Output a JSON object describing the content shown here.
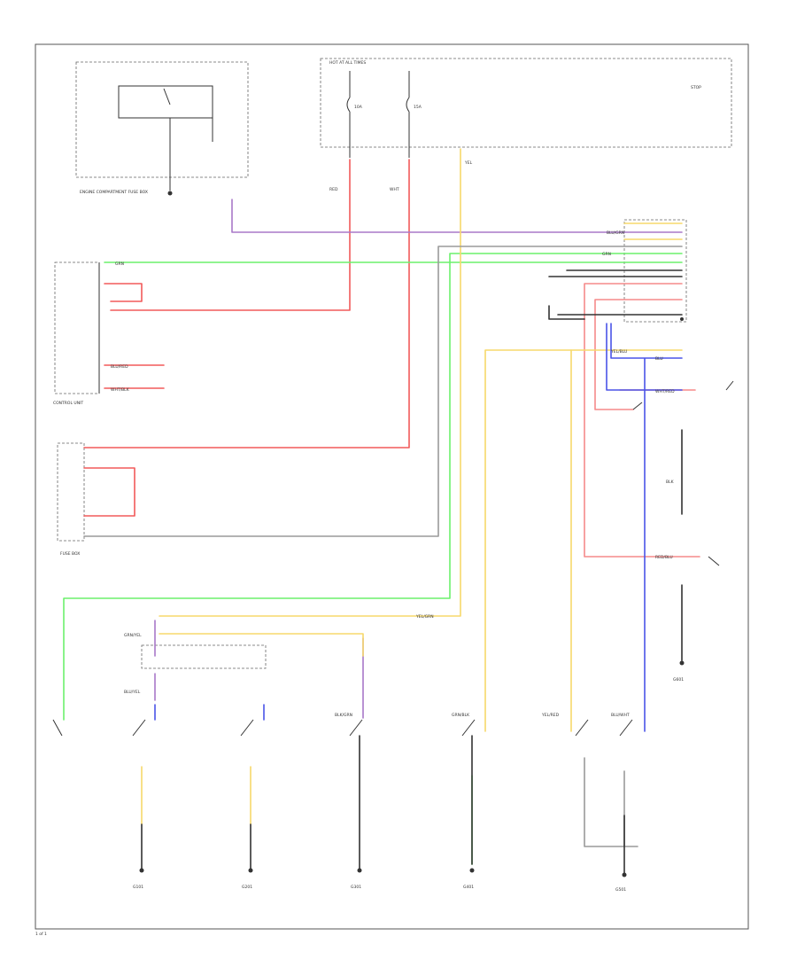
{
  "diagram": {
    "wire_colors": {
      "red": "#f25a5a",
      "pink": "#f58a8a",
      "yellow": "#f7d96b",
      "green": "#6cf06c",
      "blue": "#4a54e8",
      "purple": "#a878c8",
      "gray": "#9a9a9a",
      "black": "#333333"
    },
    "labels": {
      "fuse_panel": "HOT AT ALL TIMES",
      "fuse_a": "10A",
      "fuse_b": "15A",
      "stop_label": "STOP",
      "w_red": "RED",
      "w_wht": "WHT",
      "w_yel": "YEL",
      "w_grn": "GRN",
      "w_blu": "BLU",
      "w_blk": "BLK",
      "w_blu_grn": "BLU/GRN",
      "w_yel_grn": "YEL/GRN",
      "w_blu_red": "BLU/RED",
      "w_wht_blk": "WHT/BLK",
      "w_grn_yel": "GRN/YEL",
      "w_yel_blu": "YEL/BLU",
      "w_red_blu": "RED/BLU",
      "w_wht_red": "WHT/RED",
      "w_blu_yel": "BLU/YEL",
      "w_blk_grn": "BLK/GRN",
      "w_grn_blk": "GRN/BLK",
      "w_yel_red": "YEL/RED",
      "w_blu_wht": "BLU/WHT",
      "g_g101": "G101",
      "g_g201": "G201",
      "g_g301": "G301",
      "g_g401": "G401",
      "g_g501": "G501",
      "g_g601": "G601",
      "engine_box": "ENGINE COMPARTMENT FUSE BOX",
      "control_unit": "CONTROL UNIT",
      "lower_box": "FUSE BOX",
      "page_ref": "1 of 1"
    }
  }
}
